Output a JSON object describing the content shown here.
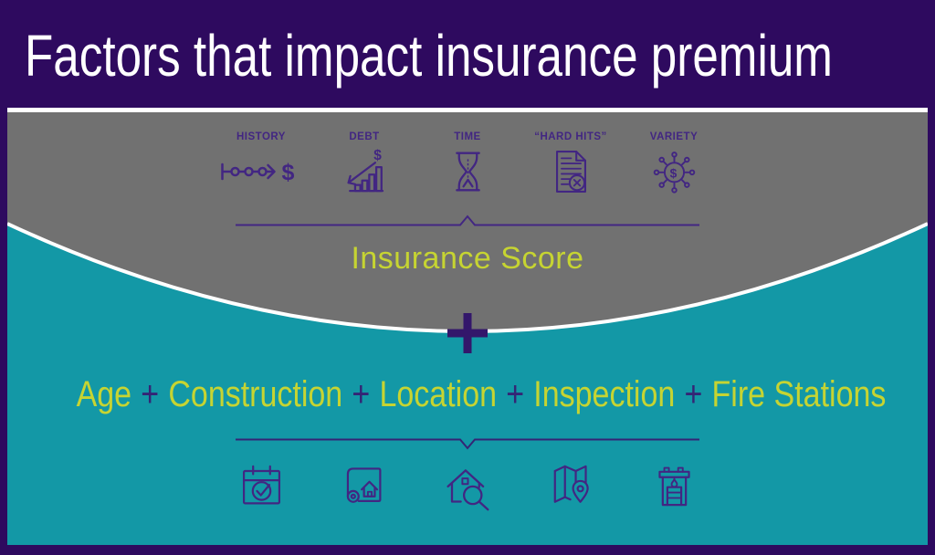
{
  "header": {
    "title": "Factors that impact insurance premium"
  },
  "glyphs": {
    "dollar": "$"
  },
  "score_section": {
    "factors": [
      {
        "label": "HISTORY",
        "icon": "history-timeline-icon"
      },
      {
        "label": "DEBT",
        "icon": "debt-chart-icon"
      },
      {
        "label": "TIME",
        "icon": "hourglass-icon"
      },
      {
        "label": "“HARD HITS”",
        "icon": "document-x-icon"
      },
      {
        "label": "VARIETY",
        "icon": "money-variety-icon"
      }
    ],
    "result_label": "Insurance Score"
  },
  "combiner": {
    "plus": "+"
  },
  "premium_factors": {
    "separator": "+",
    "items": [
      "Age",
      "Construction",
      "Location",
      "Inspection",
      "Fire Stations"
    ],
    "icons": [
      "calendar-check-icon",
      "blueprint-house-icon",
      "house-magnifier-icon",
      "map-pin-icon",
      "fire-station-icon"
    ]
  },
  "colors": {
    "header_purple": "#2e0a5f",
    "panel_gray": "#717171",
    "panel_teal": "#1398a6",
    "accent_yellow": "#c6d432",
    "icon_purple": "#422682",
    "plus_indigo": "#33176b",
    "divider_white": "#ffffff"
  }
}
